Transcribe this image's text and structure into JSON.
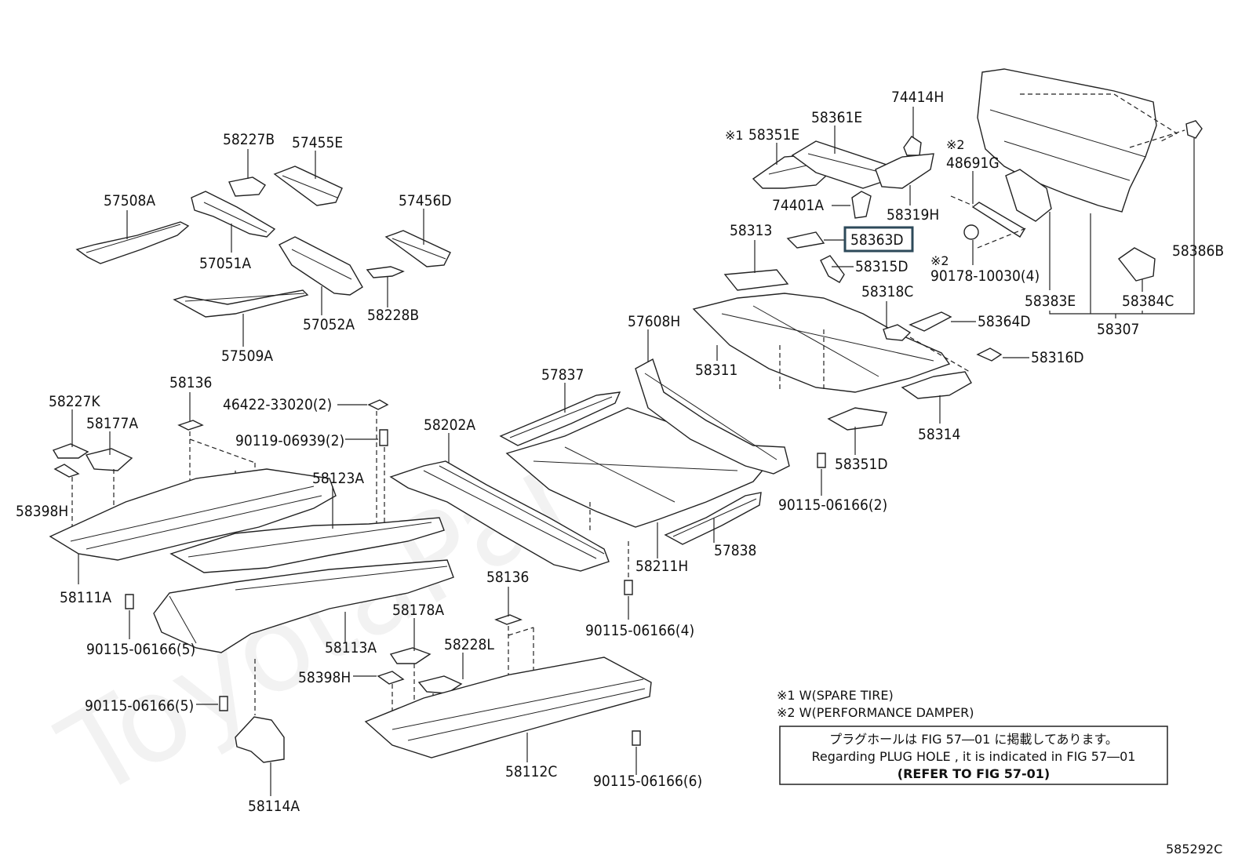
{
  "watermark": "ToyotaParts",
  "labels": {
    "p57508A": "57508A",
    "p58227B": "58227B",
    "p57455E": "57455E",
    "p57456D": "57456D",
    "p57051A": "57051A",
    "p57052A": "57052A",
    "p58228B": "58228B",
    "p57509A": "57509A",
    "p58227K": "58227K",
    "p58136a": "58136",
    "p46422": "46422-33020(2)",
    "p90119": "90119-06939(2)",
    "p58177A": "58177A",
    "p58398Ha": "58398H",
    "p58123A": "58123A",
    "p58202A": "58202A",
    "p58111A": "58111A",
    "p90115a": "90115-06166(5)",
    "p58113A": "58113A",
    "p58178A": "58178A",
    "p58228L": "58228L",
    "p58136b": "58136",
    "p58398Hb": "58398H",
    "p90115b": "90115-06166(5)",
    "p58114A": "58114A",
    "p58112C": "58112C",
    "p90115c": "90115-06166(6)",
    "p57837": "57837",
    "p57608H": "57608H",
    "p58211H": "58211H",
    "p57838": "57838",
    "p90115d": "90115-06166(4)",
    "p58351E": "58351E",
    "p58351E_mark": "※1",
    "p58361E": "58361E",
    "p74414H": "74414H",
    "p48691G": "48691G",
    "p48691G_mark": "※2",
    "p74401A": "74401A",
    "p58319H": "58319H",
    "p58313": "58313",
    "p58363D": "58363D",
    "p58315D": "58315D",
    "p90178": "90178-10030(4)",
    "p90178_mark": "※2",
    "p58318C": "58318C",
    "p58311": "58311",
    "p58364D": "58364D",
    "p58316D": "58316D",
    "p58314": "58314",
    "p58351D": "58351D",
    "p90115e": "90115-06166(2)",
    "p58383E": "58383E",
    "p58384C": "58384C",
    "p58307": "58307",
    "p58386B": "58386B"
  },
  "notes": {
    "n1": "※1 W(SPARE TIRE)",
    "n2": "※2 W(PERFORMANCE DAMPER)",
    "box_line1": "プラグホールは FIG 57―01 に掲載してあります。",
    "box_line2": "Regarding PLUG HOLE , it is indicated in FIG 57―01",
    "box_line3": "(REFER TO FIG 57-01)"
  },
  "figure_id": "585292C",
  "highlight_color": "#2d4a5a"
}
